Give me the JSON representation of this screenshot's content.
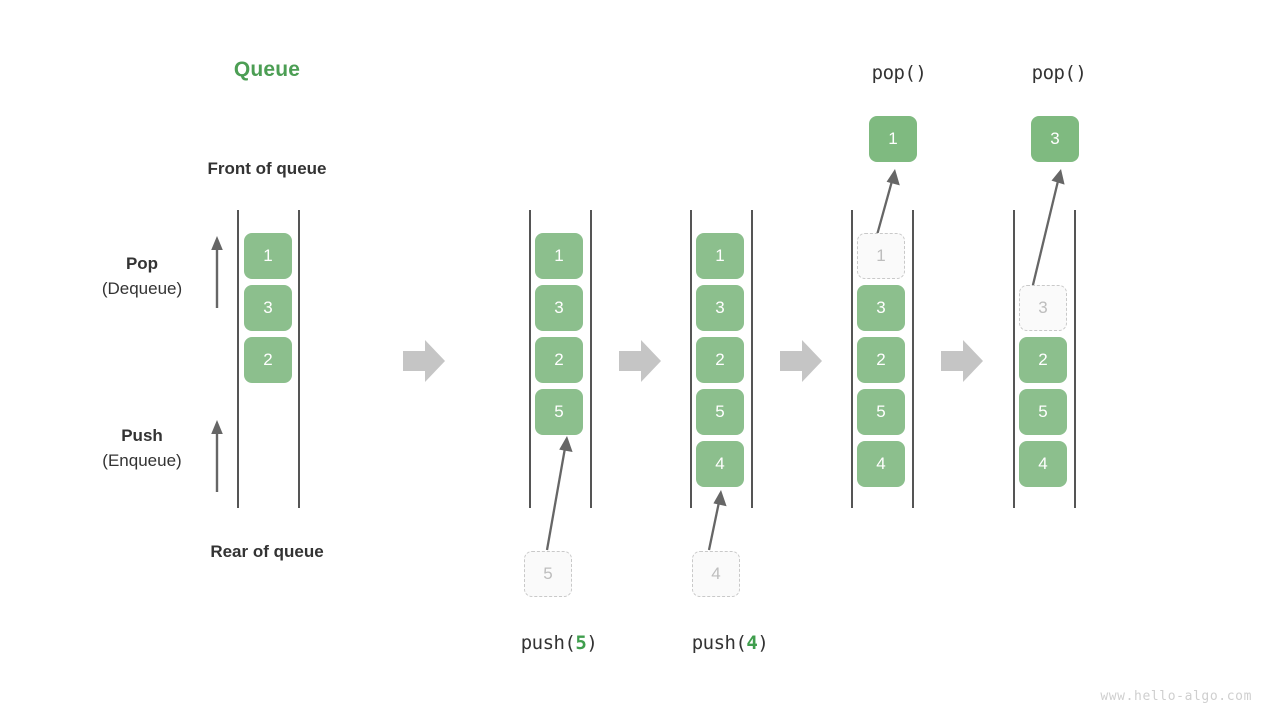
{
  "page": {
    "title": "Queue",
    "title_color": "#4c9e54",
    "background": "#ffffff",
    "cell_color": "#8cbf8d",
    "ghost_color": "#c9c9c9",
    "arrow_color": "#c5c5c5",
    "line_color": "#555555",
    "watermark": "www.hello-algo.com"
  },
  "labels": {
    "front_of_queue": "Front of queue",
    "rear_of_queue": "Rear of queue",
    "pop_main": "Pop",
    "pop_sub": "(Dequeue)",
    "push_main": "Push",
    "push_sub": "(Enqueue)"
  },
  "columns": [
    {
      "id": "initial",
      "caption": "",
      "caption_prefix": "",
      "caption_num": "",
      "caption_suffix": "",
      "cells": [
        {
          "value": "1",
          "state": "filled"
        },
        {
          "value": "3",
          "state": "filled"
        },
        {
          "value": "2",
          "state": "filled"
        }
      ],
      "incoming": null,
      "outgoing": null
    },
    {
      "id": "push-5",
      "caption": "push(5)",
      "caption_prefix": "push(",
      "caption_num": "5",
      "caption_suffix": ")",
      "cells": [
        {
          "value": "1",
          "state": "filled"
        },
        {
          "value": "3",
          "state": "filled"
        },
        {
          "value": "2",
          "state": "filled"
        },
        {
          "value": "5",
          "state": "filled"
        }
      ],
      "incoming": {
        "value": "5",
        "state": "ghost"
      },
      "outgoing": null
    },
    {
      "id": "push-4",
      "caption": "push(4)",
      "caption_prefix": "push(",
      "caption_num": "4",
      "caption_suffix": ")",
      "cells": [
        {
          "value": "1",
          "state": "filled"
        },
        {
          "value": "3",
          "state": "filled"
        },
        {
          "value": "2",
          "state": "filled"
        },
        {
          "value": "5",
          "state": "filled"
        },
        {
          "value": "4",
          "state": "filled"
        }
      ],
      "incoming": {
        "value": "4",
        "state": "ghost"
      },
      "outgoing": null
    },
    {
      "id": "pop-1",
      "caption": "pop()",
      "caption_prefix": "pop()",
      "caption_num": "",
      "caption_suffix": "",
      "cells": [
        {
          "value": "1",
          "state": "ghost"
        },
        {
          "value": "3",
          "state": "filled"
        },
        {
          "value": "2",
          "state": "filled"
        },
        {
          "value": "5",
          "state": "filled"
        },
        {
          "value": "4",
          "state": "filled"
        }
      ],
      "incoming": null,
      "outgoing": {
        "value": "1",
        "state": "popped"
      }
    },
    {
      "id": "pop-3",
      "caption": "pop()",
      "caption_prefix": "pop()",
      "caption_num": "",
      "caption_suffix": "",
      "cells": [
        {
          "value": "3",
          "state": "ghost"
        },
        {
          "value": "2",
          "state": "filled"
        },
        {
          "value": "5",
          "state": "filled"
        },
        {
          "value": "4",
          "state": "filled"
        }
      ],
      "incoming": null,
      "outgoing": {
        "value": "3",
        "state": "popped"
      }
    }
  ],
  "transitions": [
    {
      "id": "t1",
      "icon": "right-arrow-icon"
    },
    {
      "id": "t2",
      "icon": "right-arrow-icon"
    },
    {
      "id": "t3",
      "icon": "right-arrow-icon"
    },
    {
      "id": "t4",
      "icon": "right-arrow-icon"
    }
  ]
}
